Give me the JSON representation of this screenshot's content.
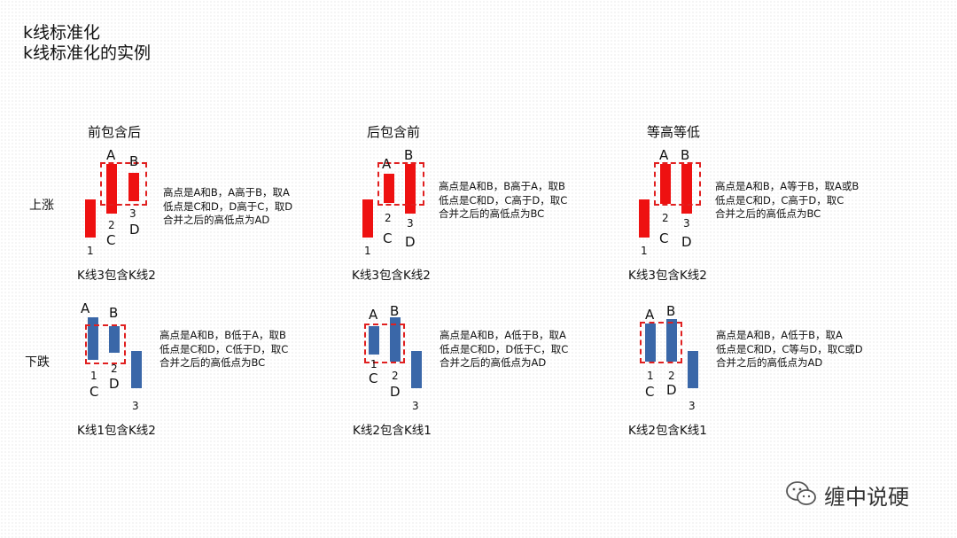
{
  "title": {
    "line1": "k线标准化",
    "line2": "k线标准化的实例"
  },
  "headers": [
    "前包含后",
    "后包含前",
    "等高等低"
  ],
  "rows": [
    "上涨",
    "下跌"
  ],
  "descriptions": [
    "高点是A和B，A高于B，取A\n低点是C和D，D高于C，取D\n合并之后的高低点为AD",
    "高点是A和B，B高于A，取B\n低点是C和D，C高于D，取C\n合并之后的高低点为BC",
    "高点是A和B，A等于B，取A或B\n低点是C和D，C高于D，取C\n合并之后的高低点为BC",
    "高点是A和B，B低于A，取B\n低点是C和D，C低于D，取C\n合并之后的高低点为BC",
    "高点是A和B，A低于B，取A\n低点是C和D，D低于C，取C\n合并之后的高低点为AD",
    "高点是A和B，A低于B，取A\n低点是C和D，C等与D，取C或D\n合并之后的高低点为AD"
  ],
  "captions": [
    "K线3包含K线2",
    "K线3包含K线2",
    "K线3包含K线2",
    "K线1包含K线2",
    "K线2包含K线1",
    "K线2包含K线1"
  ],
  "labels": {
    "A": "A",
    "B": "B",
    "C": "C",
    "D": "D",
    "n1": "1",
    "n2": "2",
    "n3": "3"
  },
  "watermark": "缠中说硬",
  "colors": {
    "up": "#ee1111",
    "down": "#3a67a8",
    "dash": "#e02020"
  },
  "icons": [
    "wechat-icon"
  ]
}
